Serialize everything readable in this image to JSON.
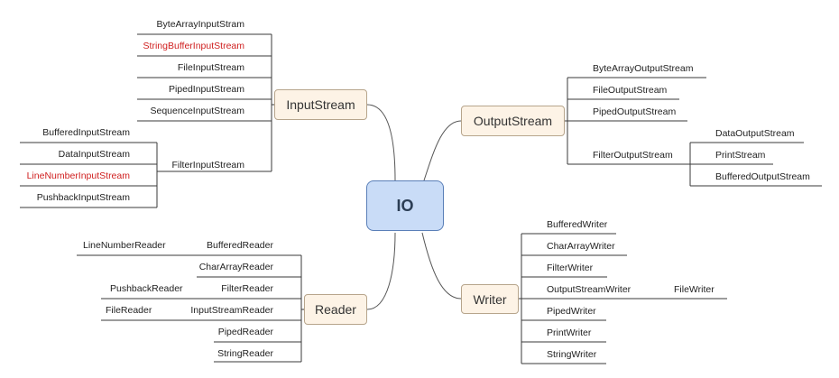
{
  "root": {
    "label": "IO"
  },
  "input_stream": {
    "label": "InputStream",
    "children": [
      {
        "label": "ByteArrayInputStram",
        "highlight": false
      },
      {
        "label": "StringBufferInputStream",
        "highlight": true
      },
      {
        "label": "FileInputStream",
        "highlight": false
      },
      {
        "label": "PipedInputStream",
        "highlight": false
      },
      {
        "label": "SequenceInputStream",
        "highlight": false
      },
      {
        "label": "FilterInputStream",
        "highlight": false
      }
    ],
    "filter_children": [
      {
        "label": "BufferedInputStream",
        "highlight": false
      },
      {
        "label": "DataInputStream",
        "highlight": false
      },
      {
        "label": "LineNumberInputStream",
        "highlight": true
      },
      {
        "label": "PushbackInputStream",
        "highlight": false
      }
    ]
  },
  "output_stream": {
    "label": "OutputStream",
    "children": [
      {
        "label": "ByteArrayOutputStream"
      },
      {
        "label": "FileOutputStream"
      },
      {
        "label": "PipedOutputStream"
      },
      {
        "label": "FilterOutputStream"
      }
    ],
    "filter_children": [
      {
        "label": "DataOutputStream"
      },
      {
        "label": "PrintStream"
      },
      {
        "label": "BufferedOutputStream"
      }
    ]
  },
  "reader": {
    "label": "Reader",
    "children": [
      {
        "label": "BufferedReader"
      },
      {
        "label": "CharArrayReader"
      },
      {
        "label": "FilterReader"
      },
      {
        "label": "InputStreamReader"
      },
      {
        "label": "PipedReader"
      },
      {
        "label": "StringReader"
      }
    ],
    "sub_children": [
      {
        "label": "LineNumberReader"
      },
      {
        "label": "PushbackReader"
      },
      {
        "label": "FileReader"
      }
    ]
  },
  "writer": {
    "label": "Writer",
    "children": [
      {
        "label": "BufferedWriter"
      },
      {
        "label": "CharArrayWriter"
      },
      {
        "label": "FilterWriter"
      },
      {
        "label": "OutputStreamWriter"
      },
      {
        "label": "PipedWriter"
      },
      {
        "label": "PrintWriter"
      },
      {
        "label": "StringWriter"
      }
    ],
    "sub_children": [
      {
        "label": "FileWriter"
      }
    ]
  },
  "colors": {
    "line": "#3a3a3a",
    "connector": "#555555",
    "highlight": "#d02020",
    "node_fill": "#fdf3e6",
    "root_fill": "#c9dcf7"
  }
}
